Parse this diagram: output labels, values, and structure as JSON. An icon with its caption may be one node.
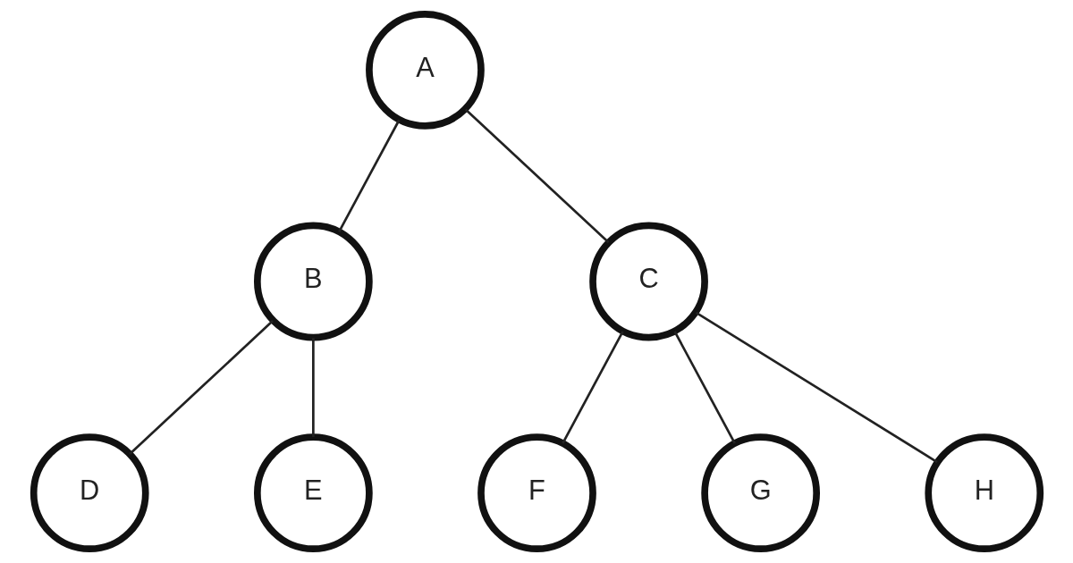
{
  "diagram": {
    "nodes": [
      {
        "text": [
          "A"
        ]
      },
      {
        "text": [
          "B"
        ]
      },
      {
        "text": [
          "C"
        ]
      },
      {
        "text": [
          "D"
        ]
      },
      {
        "text": [
          "E"
        ]
      },
      {
        "text": [
          "F"
        ]
      },
      {
        "text": [
          "G"
        ]
      },
      {
        "text": [
          "H"
        ]
      }
    ],
    "edges": [
      {
        "from": 0,
        "to": 1,
        "arrow": "none"
      },
      {
        "from": 0,
        "to": 2,
        "arrow": "none"
      },
      {
        "from": 1,
        "to": 3,
        "arrow": "none"
      },
      {
        "from": 1,
        "to": 4,
        "arrow": "none"
      },
      {
        "from": 2,
        "to": 5,
        "arrow": "none"
      },
      {
        "from": 2,
        "to": 6,
        "arrow": "none"
      },
      {
        "from": 2,
        "to": 7,
        "arrow": "none"
      }
    ]
  }
}
